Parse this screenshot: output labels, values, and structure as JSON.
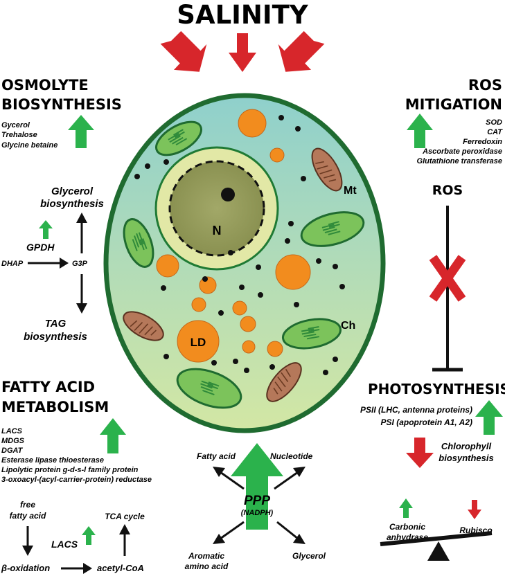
{
  "colors": {
    "red_arrow": "#d7262b",
    "green_arrow": "#2bb24c",
    "cell_outline": "#1f6b30",
    "cell_fill_top": "#8fd0cc",
    "cell_fill_bottom": "#cfe6a6",
    "lipid_droplet": "#f28c1e",
    "chloroplast": "#7cc35b",
    "mitochondrion": "#b5785a"
  },
  "title": "SALINITY",
  "osmolyte": {
    "heading_1": "OSMOLYTE",
    "heading_2": "BIOSYNTHESIS",
    "items": [
      "Gycerol",
      "Trehalose",
      "Glycine betaine"
    ]
  },
  "glycerol_pathway": {
    "glycerol_1": "Glycerol",
    "glycerol_2": "biosynthesis",
    "gpdh": "GPDH",
    "dhap": "DHAP",
    "g3p": "G3P",
    "tag_1": "TAG",
    "tag_2": "biosynthesis"
  },
  "fatty_acid": {
    "heading_1": "FATTY ACID",
    "heading_2": "METABOLISM",
    "items": [
      "LACS",
      "MDGS",
      "DGAT",
      "Esterase lipase thioesterase",
      "Lipolytic protein g-d-s-l family protein",
      "3-oxoacyl-(acyl-carrier-protein) reductase"
    ]
  },
  "beta_oxidation": {
    "free_1": "free",
    "free_2": "fatty acid",
    "lacs": "LACS",
    "tca": "TCA cycle",
    "beta": "β-oxidation",
    "acetyl": "acetyl-CoA"
  },
  "ppp": {
    "label": "PPP",
    "sub": "(NADPH)",
    "fatty_acid": "Fatty acid",
    "nucleotide": "Nucleotide",
    "aromatic_1": "Aromatic",
    "aromatic_2": "amino acid",
    "glycerol": "Glycerol"
  },
  "ros": {
    "heading_1": "ROS",
    "heading_2": "MITIGATION",
    "items": [
      "SOD",
      "CAT",
      "Ferredoxin",
      "Ascorbate peroxidase",
      "Glutathione transferase"
    ],
    "ros_label": "ROS"
  },
  "photosynthesis": {
    "heading": "PHOTOSYNTHESIS",
    "psii": "PSII (LHC, antenna proteins)",
    "psi": "PSI (apoprotein A1, A2)",
    "chl_1": "Chlorophyll",
    "chl_2": "biosynthesis",
    "carbonic_1": "Carbonic",
    "carbonic_2": "anhydrase",
    "rubisco": "Rubisco"
  },
  "cell": {
    "nucleus": "N",
    "mitochondrion": "Mt",
    "chloroplast": "Ch",
    "lipid_droplet": "LD"
  }
}
